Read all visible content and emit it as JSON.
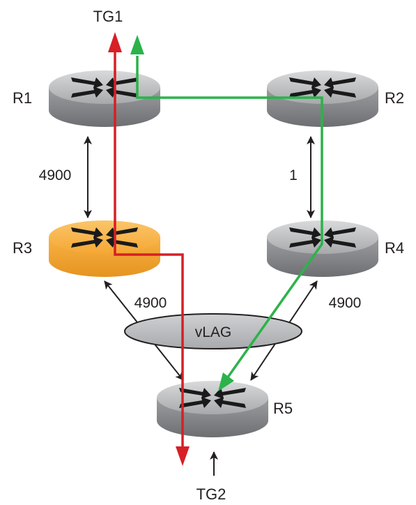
{
  "routers": {
    "r1": {
      "label": "R1",
      "color": "#a7a9ac"
    },
    "r2": {
      "label": "R2",
      "color": "#a7a9ac"
    },
    "r3": {
      "label": "R3",
      "color": "#f5a733"
    },
    "r4": {
      "label": "R4",
      "color": "#a7a9ac"
    },
    "r5": {
      "label": "R5",
      "color": "#a7a9ac"
    }
  },
  "generators": {
    "tg1": "TG1",
    "tg2": "TG2"
  },
  "link_costs": {
    "r1_r3": "4900",
    "r2_r4": "1",
    "r3_r5": "4900",
    "r4_r5": "4900"
  },
  "vlag": {
    "label": "vLAG"
  },
  "paths": {
    "red": {
      "color": "#d71f26",
      "route": [
        "TG1",
        "R1",
        "R3",
        "R5"
      ]
    },
    "green": {
      "color": "#2bb34a",
      "route": [
        "R1",
        "R2",
        "R4",
        "R5"
      ]
    }
  }
}
